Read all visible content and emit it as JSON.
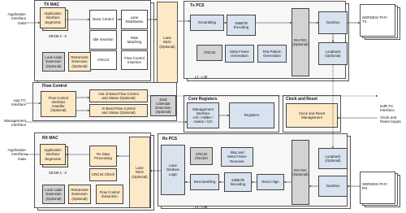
{
  "left_labels": {
    "app_tx": "Application\nInterface\nData",
    "app_fc": "App FC\nInterface",
    "mgmt": "Management\nInterface",
    "app_rx": "Application\nInterface\nData"
  },
  "right_labels": {
    "serdes_tx": "SERDES/ PHY\nTX",
    "ddr_fc": "DdR FC\nInterface",
    "clock_reset": "Clock and\nReset Inputs",
    "serdes_rx": "SERDES/ PHY\nRX"
  },
  "tx_mac": {
    "title": "TX MAC",
    "app_seg": "Application\nInterface\nSegments",
    "burst": "Burst Control",
    "lane_dist": "Lane\nDistribution",
    "idle": "Idle Insertion",
    "rate": "Rate\nMatching",
    "crc": "CRC24",
    "flow_ins": "Flow Control\nInsertion",
    "lookaside": "Look Aside\nExtension\n(Optional)",
    "retrans": "Retransmit\nExtension\n(Optional)",
    "segm": "SEGM 2 - 8",
    "lane_mux": "Lane\nMUX\n(Optional)"
  },
  "tx_pcs": {
    "title": "Tx PCS",
    "scrambling": "Scrambling",
    "enc": "64B67B\nEncoding",
    "crc32": "CRC32",
    "meta_gen": "Meta Frame\nGeneration",
    "test_gen": "Test Pattern\nGeneration",
    "fec": "RS FEC\n(Optional)",
    "gearbox": "Gearbox",
    "loopback": "Loopback\n(Optional)",
    "lanes": "L1 - L48"
  },
  "flow": {
    "title": "Flow Control",
    "iface": "Flow Control\nInterface\nHandler\n(Optional)",
    "oob": "Out of Band Flow Control\nand Status (Optional)",
    "inband": "In Band Flow Control\nand Status (Optional)",
    "dual_cal": "Dual Calendar\nExtension\n(Optional)"
  },
  "regs": {
    "title": "Core Registers",
    "mgmt": "Management\nInterface\nAXI / AMBA /\nAvalon / I2C",
    "registers": "Registers"
  },
  "clock": {
    "title": "Clock and Reset",
    "mgmt": "Clock and Reset\nManagement"
  },
  "rx_mac": {
    "title": "RX MAC",
    "app_seg": "Application\nInterface\nSegments",
    "rx_data": "Rx Data\nProcessing",
    "crc_check": "CRC24 Check",
    "lookaside": "Look Aside\nExtension\n(Optional)",
    "retrans": "Retransmit\nExtension\n(Optional)",
    "flow_ext": "Flow Control\nExtraction",
    "segm": "SEGM 2 - 8",
    "lane_mux": "Lane\nMUX\n(Optional)"
  },
  "rx_pcs": {
    "title": "Rx PCS",
    "deskew": "Lane\nDeskew\nLogic",
    "crc32": "CRC32\nChecker",
    "skip": "Skip and\nMeta Frame\nRemover",
    "descr": "Descrambling",
    "dec": "64B67B\nDecoding",
    "word": "Word Align",
    "fec": "RS FEC\n(Optional)",
    "loopback": "Loopback\n(Optional)",
    "gearbox": "Gearbox",
    "lanes": "L1 - L48"
  }
}
